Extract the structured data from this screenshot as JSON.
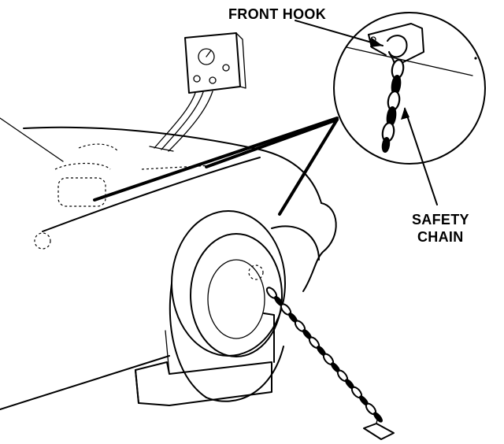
{
  "labels": {
    "front_hook": "FRONT HOOK",
    "safety_chain_line1": "SAFETY",
    "safety_chain_line2": "CHAIN"
  },
  "colors": {
    "ink": "#000000",
    "paper": "#ffffff"
  }
}
